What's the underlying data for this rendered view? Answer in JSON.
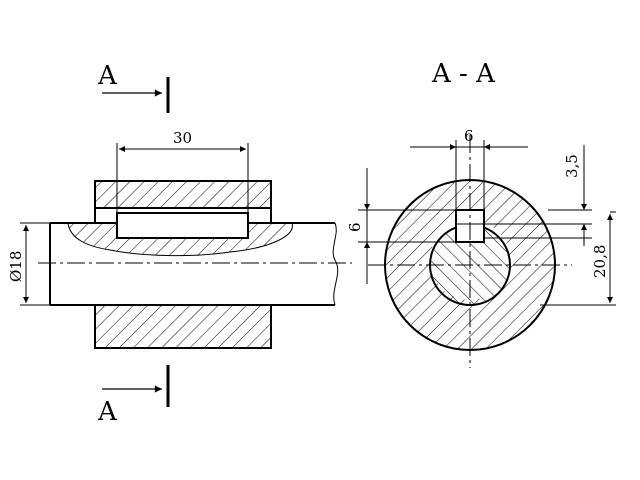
{
  "section_marks": {
    "upper": "A",
    "lower": "A",
    "title": "A - A"
  },
  "dimensions": {
    "key_length": "30",
    "shaft_diameter": "Ø18",
    "key_width_top": "6",
    "key_height_left": "6",
    "depth_3_5": "3,5",
    "depth_20_8": "20,8"
  }
}
